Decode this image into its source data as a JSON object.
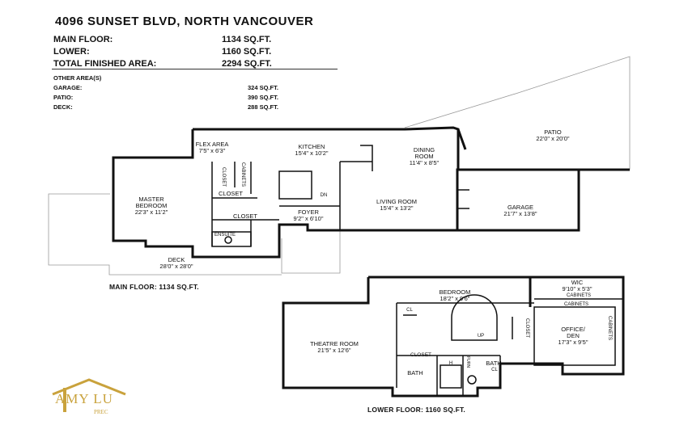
{
  "header": {
    "title": "4096 SUNSET BLVD, NORTH VANCOUVER"
  },
  "areas": [
    {
      "label": "MAIN FLOOR:",
      "value": "1134 SQ.FT."
    },
    {
      "label": "LOWER:",
      "value": "1160 SQ.FT."
    },
    {
      "label": "TOTAL FINISHED AREA:",
      "value": "2294 SQ.FT."
    }
  ],
  "other": {
    "title": "OTHER AREA(S)",
    "rows": [
      {
        "label": "GARAGE:",
        "value": "324 SQ.FT."
      },
      {
        "label": "PATIO:",
        "value": "390 SQ.FT."
      },
      {
        "label": "DECK:",
        "value": "288 SQ.FT."
      }
    ]
  },
  "main_rooms": {
    "flex": {
      "name": "FLEX AREA",
      "dim": "7'5\" x 6'3\""
    },
    "kitchen": {
      "name": "KITCHEN",
      "dim": "15'4\" x 10'2\""
    },
    "dining": {
      "name": "DINING",
      "name2": "ROOM",
      "dim": "11'4\" x 8'5\""
    },
    "patio": {
      "name": "PATIO",
      "dim": "22'0\" x 20'0\""
    },
    "master": {
      "name": "MASTER",
      "name2": "BEDROOM",
      "dim": "22'3\" x 11'2\""
    },
    "closet_v": "CLOSET",
    "cabinets_v": "CABINETS",
    "closet1": "CLOSET",
    "closet2": "CLOSET",
    "dn": "DN",
    "living": {
      "name": "LIVING ROOM",
      "dim": "15'4\" x 13'2\""
    },
    "garage": {
      "name": "GARAGE",
      "dim": "21'7\" x 13'8\""
    },
    "foyer": {
      "name": "FOYER",
      "dim": "9'2\" x 6'10\""
    },
    "ensuite": "ENSUITE",
    "deck": {
      "name": "DECK",
      "dim": "28'0\" x 28'0\""
    }
  },
  "lower_rooms": {
    "bedroom": {
      "name": "BEDROOM",
      "dim": "18'2\" x 9'6\""
    },
    "wic": {
      "name": "WIC",
      "dim": "9'10\" x 5'3\""
    },
    "cabinets1": "CABINETS",
    "cabinets2": "CABINETS",
    "cabinets_v": "CABINETS",
    "office": {
      "name": "OFFICE/",
      "name2": "DEN",
      "dim": "17'3\" x 9'5\""
    },
    "theatre": {
      "name": "THEATRE ROOM",
      "dim": "21'5\" x 12'6\""
    },
    "cl1": "CL",
    "cl2": "CL",
    "closet_v": "CLOSET",
    "closet_h": "CLOSET",
    "furn": "FURN",
    "h": "H",
    "up": "UP",
    "bath1": "BATH",
    "bath2": "BATH"
  },
  "captions": {
    "main": "MAIN FLOOR: 1134 SQ.FT.",
    "lower": "LOWER FLOOR: 1160 SQ.FT."
  },
  "logo": {
    "name": "AMY LU",
    "sub": "PREC",
    "color": "#c9a23c"
  }
}
